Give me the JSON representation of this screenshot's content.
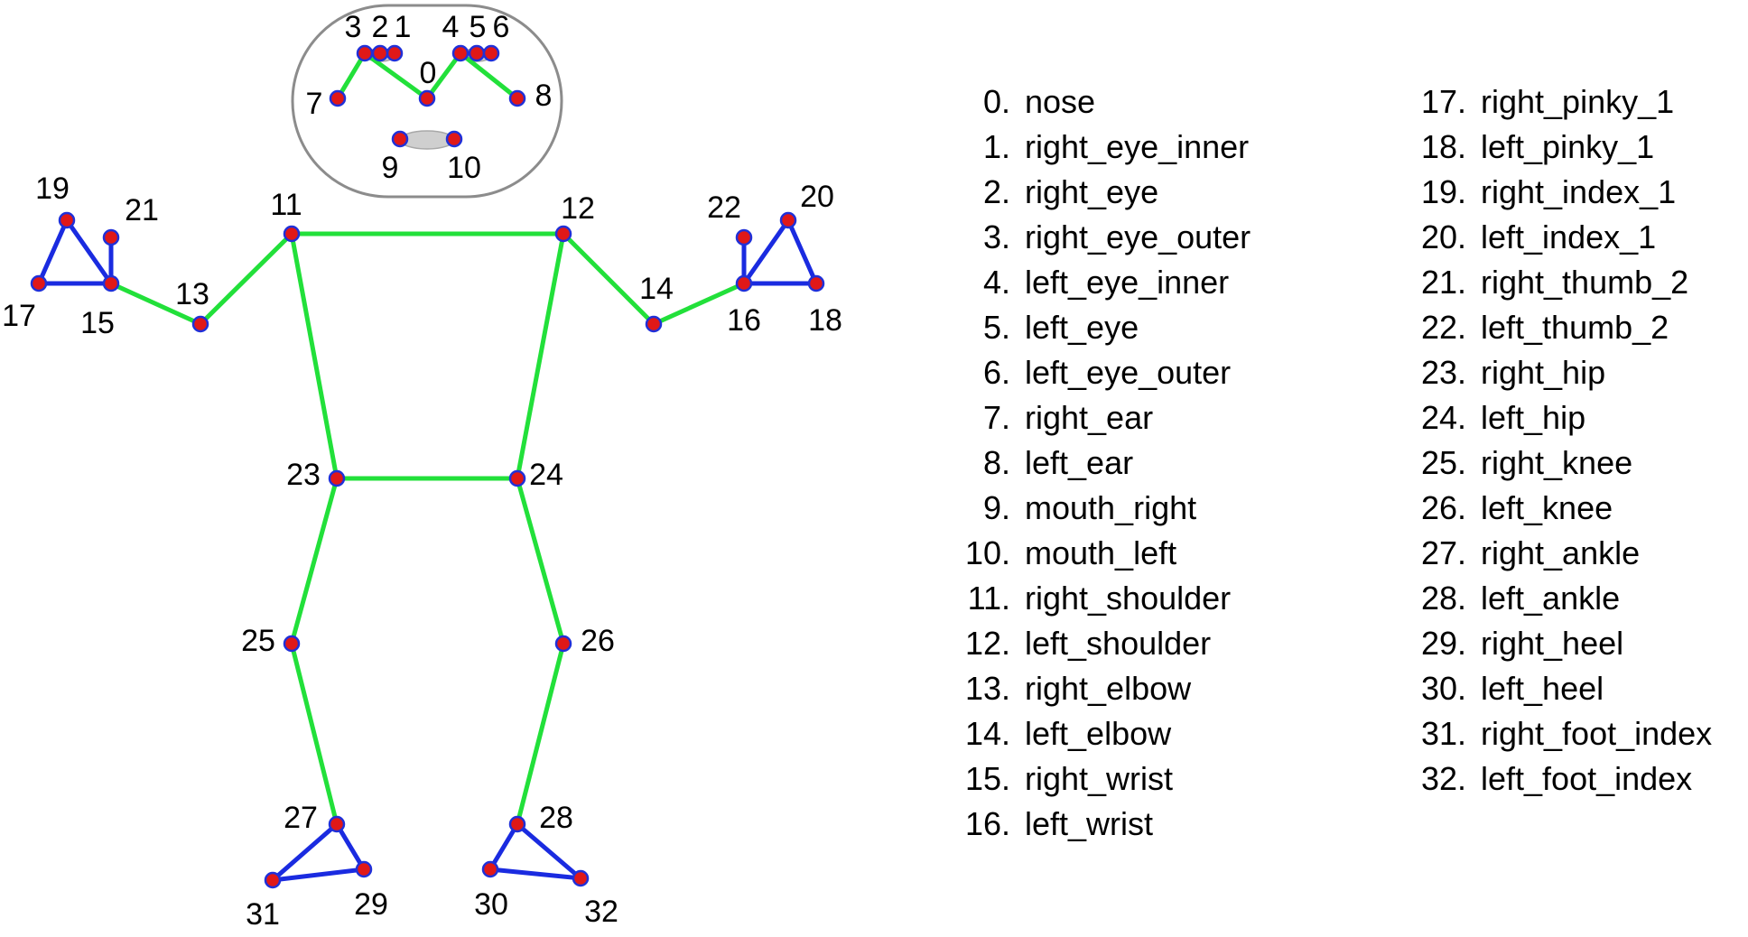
{
  "colors": {
    "body_line": "#22e03a",
    "hand_foot_line": "#1a2be0",
    "joint_fill": "#e01818",
    "joint_stroke": "#2030d8",
    "head_outline": "#8c8c8c",
    "feature_fill": "#cfcfcf"
  },
  "landmarks": [
    {
      "id": "0",
      "name": "nose"
    },
    {
      "id": "1",
      "name": "right_eye_inner"
    },
    {
      "id": "2",
      "name": "right_eye"
    },
    {
      "id": "3",
      "name": "right_eye_outer"
    },
    {
      "id": "4",
      "name": "left_eye_inner"
    },
    {
      "id": "5",
      "name": "left_eye"
    },
    {
      "id": "6",
      "name": "left_eye_outer"
    },
    {
      "id": "7",
      "name": "right_ear"
    },
    {
      "id": "8",
      "name": "left_ear"
    },
    {
      "id": "9",
      "name": "mouth_right"
    },
    {
      "id": "10",
      "name": "mouth_left"
    },
    {
      "id": "11",
      "name": "right_shoulder"
    },
    {
      "id": "12",
      "name": "left_shoulder"
    },
    {
      "id": "13",
      "name": "right_elbow"
    },
    {
      "id": "14",
      "name": "left_elbow"
    },
    {
      "id": "15",
      "name": "right_wrist"
    },
    {
      "id": "16",
      "name": "left_wrist"
    },
    {
      "id": "17",
      "name": "right_pinky_1"
    },
    {
      "id": "18",
      "name": "left_pinky_1"
    },
    {
      "id": "19",
      "name": "right_index_1"
    },
    {
      "id": "20",
      "name": "left_index_1"
    },
    {
      "id": "21",
      "name": "right_thumb_2"
    },
    {
      "id": "22",
      "name": "left_thumb_2"
    },
    {
      "id": "23",
      "name": "right_hip"
    },
    {
      "id": "24",
      "name": "left_hip"
    },
    {
      "id": "25",
      "name": "right_knee"
    },
    {
      "id": "26",
      "name": "left_knee"
    },
    {
      "id": "27",
      "name": "right_ankle"
    },
    {
      "id": "28",
      "name": "left_ankle"
    },
    {
      "id": "29",
      "name": "right_heel"
    },
    {
      "id": "30",
      "name": "left_heel"
    },
    {
      "id": "31",
      "name": "right_foot_index"
    },
    {
      "id": "32",
      "name": "left_foot_index"
    }
  ],
  "body_connections": [
    [
      7,
      3
    ],
    [
      3,
      0
    ],
    [
      0,
      4
    ],
    [
      4,
      8
    ],
    [
      11,
      12
    ],
    [
      11,
      13
    ],
    [
      13,
      15
    ],
    [
      12,
      14
    ],
    [
      14,
      16
    ],
    [
      11,
      23
    ],
    [
      12,
      24
    ],
    [
      23,
      24
    ],
    [
      23,
      25
    ],
    [
      25,
      27
    ],
    [
      24,
      26
    ],
    [
      26,
      28
    ]
  ],
  "hand_foot_connections": [
    [
      15,
      17
    ],
    [
      17,
      19
    ],
    [
      19,
      15
    ],
    [
      15,
      21
    ],
    [
      16,
      18
    ],
    [
      18,
      20
    ],
    [
      20,
      16
    ],
    [
      16,
      22
    ],
    [
      27,
      29
    ],
    [
      29,
      31
    ],
    [
      31,
      27
    ],
    [
      28,
      30
    ],
    [
      30,
      32
    ],
    [
      32,
      28
    ]
  ]
}
